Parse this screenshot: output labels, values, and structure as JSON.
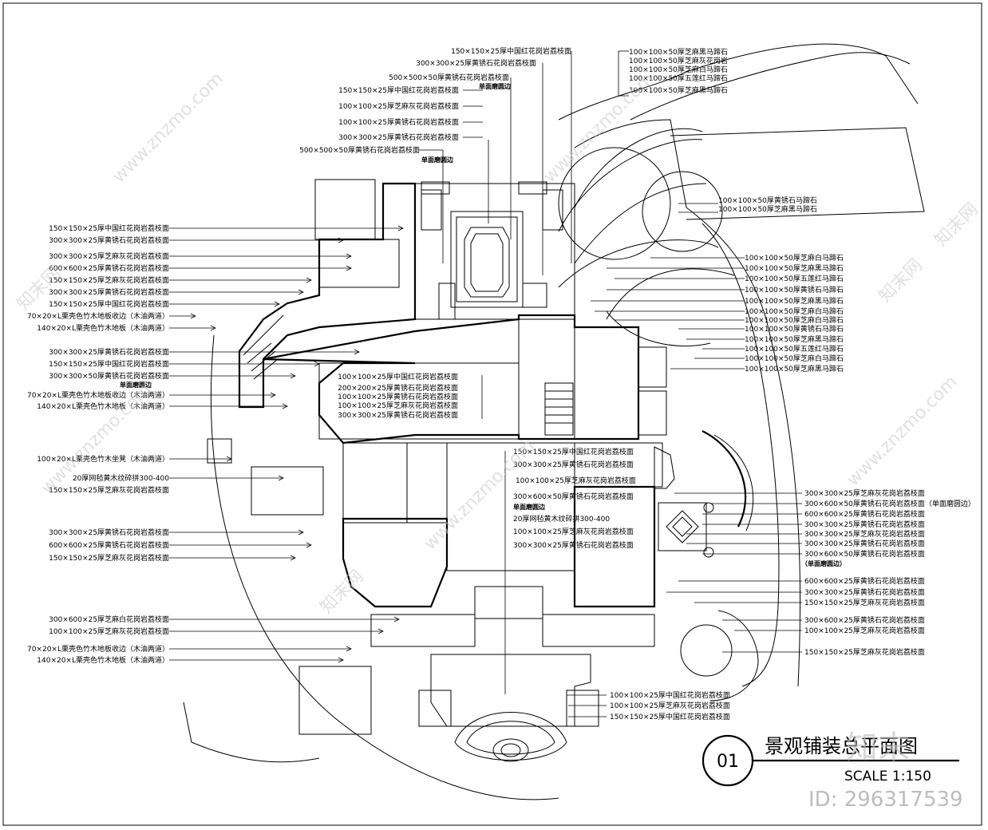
{
  "drawing": {
    "number": "01",
    "title": "景观铺装总平面图",
    "scale": "SCALE 1:150"
  },
  "watermark": {
    "site": "www.znzmo.com",
    "brand": "知末网",
    "logo": "知末",
    "id": "ID: 296317539"
  },
  "labels_left": [
    "150×150×25厚中国红花岗岩荔枝面",
    "300×300×25厚黄锈石花岗岩荔枝面",
    "300×300×25厚芝麻灰花岗岩荔枝面",
    "600×600×25厚黄锈石花岗岩荔枝面",
    "150×150×25厚芝麻灰花岗岩荔枝面",
    "300×300×25厚黄锈石花岗岩荔枝面",
    "150×150×25厚中国红花岗岩荔枝面",
    "70×20×L栗壳色竹木地板收边（木油两道）",
    "140×20×L栗壳色竹木地板（木油两道）",
    "300×300×25厚黄锈石花岗岩荔枝面",
    "150×150×25厚中国红花岗岩荔枝面",
    "300×300×50厚黄锈石花岗岩荔枝面",
    "单面磨圆边",
    "70×20×L栗壳色竹木地板收边（木油两道）",
    "140×20×L栗壳色竹木地板（木油两道）",
    "100×20×L栗壳色竹木坐凳（木油两道）",
    "20厚网毡黄木纹碎拼300-400",
    "150×150×25厚芝麻灰花岗岩荔枝面",
    "300×300×25厚黄锈石花岗岩荔枝面",
    "600×600×25厚黄锈石花岗岩荔枝面",
    "150×150×25厚芝麻灰花岗岩荔枝面",
    "300×600×25厚芝麻白花岗岩荔枝面",
    "100×100×25厚芝麻灰花岗岩荔枝面",
    "70×20×L栗壳色竹木地板收边（木油两道）",
    "140×20×L栗壳色竹木地板（木油两道）"
  ],
  "labels_top": [
    "150×150×25厚中国红花岗岩荔枝面",
    "300×300×25厚黄锈石花岗岩荔枝面",
    "500×500×50厚黄锈石花岗岩荔枝面",
    "单面磨圆边",
    "150×150×25厚中国红花岗岩荔枝面",
    "100×100×25厚芝麻灰花岗岩荔枝面",
    "100×100×25厚黄锈石花岗岩荔枝面",
    "300×300×25厚黄锈石花岗岩荔枝面",
    "500×500×50厚黄锈石花岗岩荔枝面",
    "单面磨圆边"
  ],
  "labels_top_right": [
    "100×100×50厚芝麻黑马蹄石",
    "100×100×50厚芝麻灰花岗岩",
    "100×100×50厚芝麻白马蹄石",
    "100×100×50厚五莲红马蹄石",
    "100×100×50厚芝麻黑马蹄石"
  ],
  "labels_right_mid": [
    "100×100×50厚黄锈石马蹄石",
    "100×100×50厚芝麻黑马蹄石"
  ],
  "labels_right": [
    "100×100×50厚芝麻白马蹄石",
    "100×100×50厚芝麻黑马蹄石",
    "100×100×50厚五莲红马蹄石",
    "100×100×50厚黄锈石马蹄石",
    "100×100×50厚芝麻黑马蹄石",
    "100×100×50厚芝麻白马蹄石",
    "100×100×50厚芝麻白马蹄石",
    "100×100×50厚黄锈石马蹄石",
    "100×100×50厚芝麻黑马蹄石",
    "100×100×50厚五莲红马蹄石",
    "100×100×50厚芝麻白马蹄石",
    "100×100×50厚芝麻黑马蹄石"
  ],
  "labels_center": [
    "100×100×25厚中国红花岗岩荔枝面",
    "200×200×25厚黄锈石花岗岩荔枝面",
    "100×100×25厚黄锈石花岗岩荔枝面",
    "100×100×25厚芝麻灰花岗岩荔枝面",
    "300×300×25厚黄锈石花岗岩荔枝面"
  ],
  "labels_center_lower": [
    "150×150×25厚中国红花岗岩荔枝面",
    "300×300×25厚黄锈石花岗岩荔枝面",
    "100×100×25厚芝麻灰花岗岩荔枝面",
    "300×600×50厚黄锈石花岗岩荔枝面",
    "单面磨圆边",
    "20厚网毡黄木纹碎拼300-400",
    "100×100×25厚芝麻灰花岗岩荔枝面",
    "300×300×25厚黄锈石花岗岩荔枝面"
  ],
  "labels_right_lower": [
    "300×300×25厚芝麻灰花岗岩荔枝面",
    "300×600×50厚黄锈石花岗岩荔枝面（单面磨圆边）",
    "600×600×25厚黄锈石花岗岩荔枝面",
    "300×300×25厚黄锈石花岗岩荔枝面",
    "300×300×25厚芝麻灰花岗岩荔枝面",
    "300×300×25厚黄锈石花岗岩荔枝面",
    "300×600×50厚黄锈石花岗岩荔枝面",
    "（单面磨圆边）",
    "600×600×25厚黄锈石花岗岩荔枝面",
    "300×300×25厚黄锈石花岗岩荔枝面",
    "150×150×25厚芝麻灰花岗岩荔枝面",
    "300×600×25厚黄锈石花岗岩荔枝面",
    "100×100×25厚芝麻灰花岗岩荔枝面",
    "150×150×25厚芝麻灰花岗岩荔枝面"
  ],
  "labels_bottom": [
    "100×100×25厚中国红花岗岩荔枝面",
    "100×100×25厚芝麻灰花岗岩荔枝面",
    "150×150×25厚中国红花岗岩荔枝面"
  ]
}
